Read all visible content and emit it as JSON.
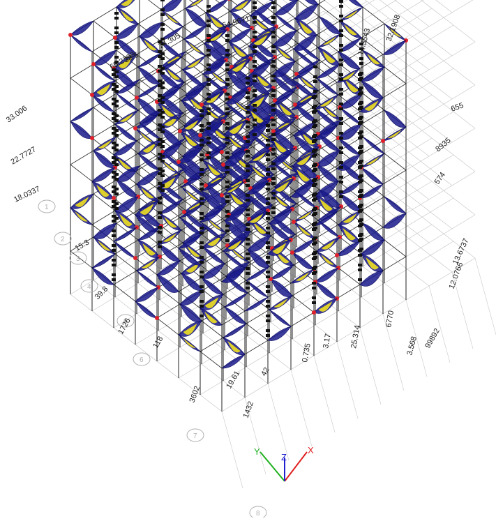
{
  "view": {
    "description_colors": {
      "moment_diagram": "#1a1a8c",
      "moment_positive": "#f0e020",
      "moment_peak": "#e0202a",
      "grid_lines": "#c8c8c8",
      "background": "#ffffff"
    },
    "axis_labels": {
      "x": "X",
      "y": "Y",
      "z": "Z"
    },
    "axis_colors": {
      "x": "#e02020",
      "y": "#20b020",
      "z": "#2020d0"
    },
    "grid_bubbles": [
      "1",
      "2",
      "3",
      "4",
      "5",
      "6",
      "7",
      "8"
    ],
    "value_labels": [
      "33.006",
      "22.7727",
      "18.0337",
      "15.3",
      "39.8",
      "1726",
      "118",
      "3602",
      "19.61",
      "1432",
      "42",
      "0.735",
      "3.17",
      "25.314",
      "6770",
      "3.568",
      "99892",
      "12.0766",
      "13.6737",
      "574",
      "8935",
      "655",
      "65.2398",
      "74.305",
      "54.9671",
      "14.3543",
      "32.1908",
      "38.5"
    ]
  }
}
